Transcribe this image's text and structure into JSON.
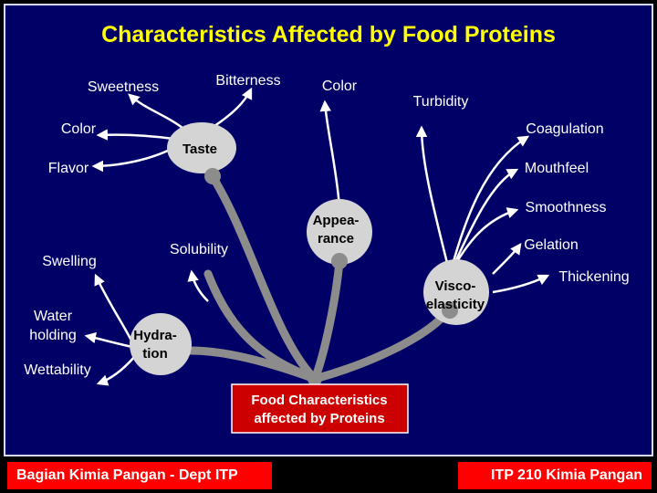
{
  "title": "Characteristics Affected by Food Proteins",
  "center": {
    "line1": "Food Characteristics",
    "line2": "affected by Proteins"
  },
  "nodes": {
    "taste": "Taste",
    "appearance": {
      "line1": "Appea-",
      "line2": "rance"
    },
    "viscoelasticity": {
      "line1": "Visco-",
      "line2": "elasticity"
    },
    "hydration": {
      "line1": "Hydra-",
      "line2": "tion"
    },
    "solubility": "Solubility"
  },
  "labels": {
    "sweetness": "Sweetness",
    "bitterness": "Bitterness",
    "color_taste": "Color",
    "flavor": "Flavor",
    "color_appearance": "Color",
    "turbidity": "Turbidity",
    "coagulation": "Coagulation",
    "mouthfeel": "Mouthfeel",
    "smoothness": "Smoothness",
    "gelation": "Gelation",
    "thickening": "Thickening",
    "swelling": "Swelling",
    "water_holding": {
      "line1": "Water",
      "line2": "holding"
    },
    "wettability": "Wettability"
  },
  "footer": {
    "left": "Bagian Kimia Pangan - Dept ITP",
    "right": "ITP 210 Kimia Pangan"
  },
  "colors": {
    "background": "#000066",
    "title": "#ffff00",
    "footer": "#ff0000",
    "node": "#d4d4d4",
    "branch": "#8c8c8c"
  }
}
